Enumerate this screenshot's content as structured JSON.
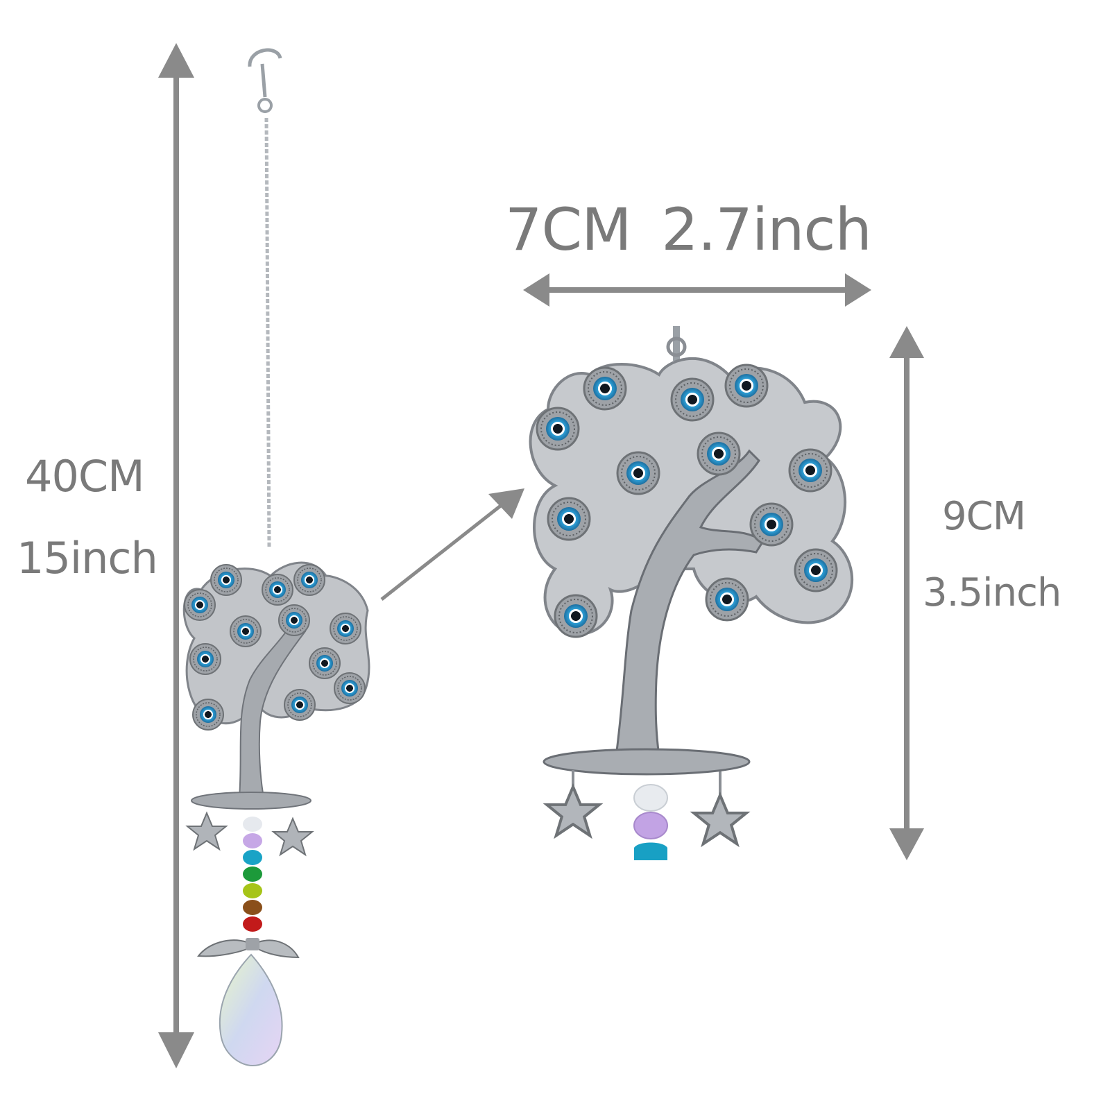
{
  "labels": {
    "total_length_cm": "40CM",
    "total_length_inch": "15inch",
    "width": "7CM  2.7inch",
    "height_cm": "9CM",
    "height_inch": "3.5inch"
  },
  "colors": {
    "arrow": "#8a8a8a",
    "label_text": "#7a7a7a",
    "metal": "#b9bcc0",
    "eye_blue": "#2e9fd6"
  },
  "icons": [
    "double-arrow-vertical-icon",
    "double-arrow-horizontal-icon",
    "pointer-arrow-icon",
    "star-charm-icon",
    "angel-wings-icon"
  ]
}
